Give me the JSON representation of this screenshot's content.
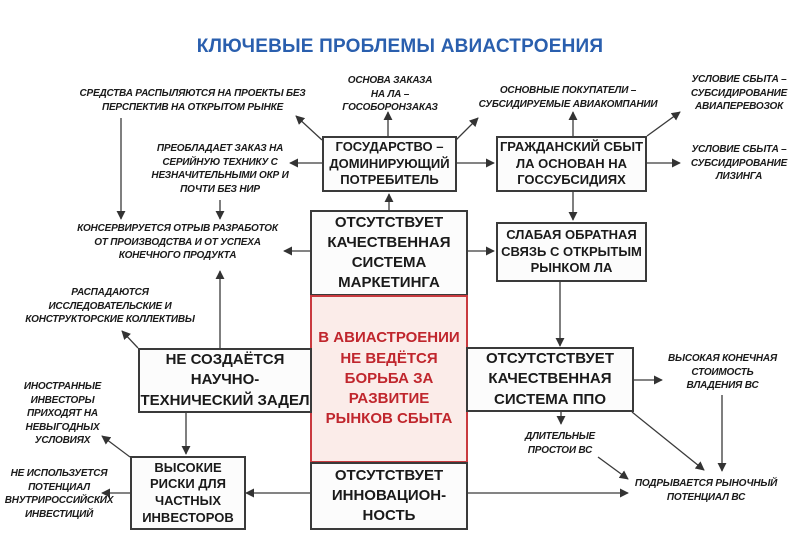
{
  "title": "КЛЮЧЕВЫЕ ПРОБЛЕМЫ АВИАСТРОЕНИЯ",
  "colors": {
    "title": "#2a5fae",
    "core_text": "#c0262d",
    "core_border": "#c93a3f",
    "core_fill": "#fbece9",
    "box_border": "#3a3a3a",
    "connector": "#3a3a3a"
  },
  "boxes": {
    "state": "ГОСУДАРСТВО –\nДОМИНИРУЮЩИЙ\nПОТРЕБИТЕЛЬ",
    "civil_sales": "ГРАЖДАНСКИЙ СБЫТ\nЛА ОСНОВАН НА\nГОССУБСИДИЯХ",
    "marketing": "ОТСУТСТВУЕТ\nКАЧЕСТВЕННАЯ\nСИСТЕМА\nМАРКЕТИНГА",
    "weak_feedback": "СЛАБАЯ  ОБРАТНАЯ\nСВЯЗЬ  С ОТКРЫТЫМ\nРЫНКОМ ЛА",
    "core": "В АВИАСТРОЕНИИ\nНЕ ВЕДЁТСЯ\nБОРЬБА ЗА\nРАЗВИТИЕ\nРЫНКОВ СБЫТА",
    "no_rnd_base": "НЕ СОЗДАЁТСЯ\nНАУЧНО-\nТЕХНИЧЕСКИЙ ЗАДЕЛ",
    "no_ppo": "ОТСУТСТСТВУЕТ\nКАЧЕСТВЕННАЯ\nСИСТЕМА ППО",
    "high_risks": "ВЫСОКИЕ\nРИСКИ ДЛЯ\nЧАСТНЫХ\nИНВЕСТОРОВ",
    "no_innovation": "ОТСУТСТВУЕТ\nИННОВАЦИОН-\nНОСТЬ"
  },
  "notes": {
    "funds_dispersed": "СРЕДСТВА РАСПЫЛЯЮТСЯ НА ПРОЕКТЫ БЕЗ\nПЕРСПЕКТИВ НА ОТКРЫТОМ РЫНКЕ",
    "order_basis": "ОСНОВА ЗАКАЗА\nНА ЛА –\nГОСОБОРОНЗАКАЗ",
    "main_buyers": "ОСНОВНЫЕ ПОКУПАТЕЛИ –\nСУБСИДИРУЕМЫЕ АВИАКОМПАНИИ",
    "sales_condition_transport": "УСЛОВИЕ СБЫТА –\nСУБСИДИРОВАНИЕ\nАВИАПЕРЕВОЗОК",
    "serial_orders": "ПРЕОБЛАДАЕТ ЗАКАЗ НА\nСЕРИЙНУЮ ТЕХНИКУ С\nНЕЗНАЧИТЕЛЬНЫМИ ОКР И\nПОЧТИ БЕЗ НИР",
    "sales_condition_leasing": "УСЛОВИЕ СБЫТА –\nСУБСИДИРОВАНИЕ\nЛИЗИНГА",
    "gap_preserved": "КОНСЕРВИРУЕТСЯ ОТРЫВ РАЗРАБОТОК\nОТ ПРОИЗВОДСТВА И ОТ УСПЕХА\nКОНЕЧНОГО ПРОДУКТА",
    "teams_collapse": "РАСПАДАЮТСЯ\nИССЛЕДОВАТЕЛЬСКИЕ И\nКОНСТРУКТОРСКИЕ КОЛЛЕКТИВЫ",
    "foreign_investors": "ИНОСТРАННЫЕ\nИНВЕСТОРЫ\nПРИХОДЯТ НА\nНЕВЫГОДНЫХ\nУСЛОВИЯХ",
    "domestic_potential": "НЕ ИСПОЛЬЗУЕТСЯ\nПОТЕНЦИАЛ\nВНУТРИРОССИЙСКИХ\nИНВЕСТИЦИЙ",
    "high_ownership_cost": "ВЫСОКАЯ КОНЕЧНАЯ\nСТОИМОСТЬ\nВЛАДЕНИЯ   ВС",
    "long_downtime": "ДЛИТЕЛЬНЫЕ\nПРОСТОИ ВС",
    "market_potential": "ПОДРЫВАЕТСЯ РЫНОЧНЫЙ\nПОТЕНЦИАЛ ВС"
  }
}
